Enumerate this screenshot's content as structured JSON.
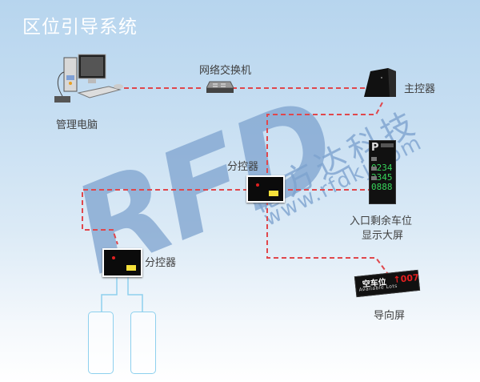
{
  "title": "区位引导系统",
  "nodes": {
    "pc": {
      "label": "管理电脑",
      "icon": "desktop-computer-icon"
    },
    "switch": {
      "label": "网络交换机",
      "icon": "network-switch-icon"
    },
    "main_controller": {
      "label": "主控器",
      "icon": "server-box-icon"
    },
    "sub_controller_1": {
      "label": "分控器",
      "icon": "controller-box-icon"
    },
    "sub_controller_2": {
      "label": "分控器",
      "icon": "controller-box-icon"
    },
    "entrance_display": {
      "label_line1": "入口剩余车位",
      "label_line2": "显示大屏",
      "icon": "parking-sign-icon",
      "p_symbol": "P",
      "rows": [
        "0234",
        "2345",
        "0888"
      ]
    },
    "guide_screen": {
      "label": "导向屏",
      "text_cn": "空车位",
      "text_en": "Available Lots",
      "arrow": "↑",
      "count": "007"
    },
    "sensors": [
      {
        "icon": "sensor-icon"
      },
      {
        "icon": "sensor-icon"
      }
    ]
  },
  "watermark": {
    "logo": "RFD",
    "company": "德方达科技",
    "url": "www.rfdkj.com"
  },
  "colors": {
    "link": "#e0474c",
    "sensor_line": "#8ed0ee",
    "bg_top": "#b7d5ee",
    "bg_bottom": "#ffffff"
  }
}
